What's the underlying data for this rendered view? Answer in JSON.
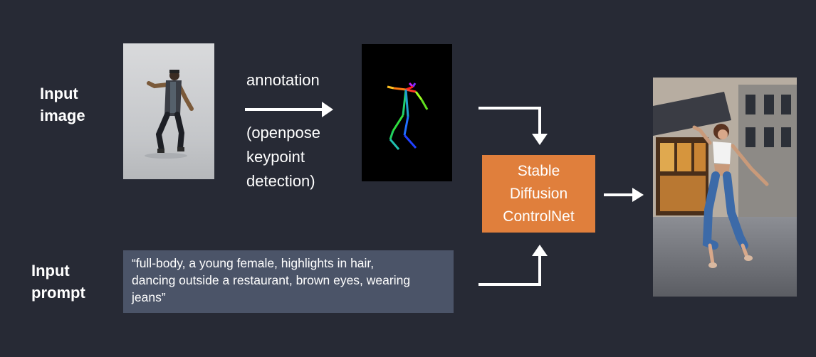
{
  "input_image_label": [
    "Input",
    "image"
  ],
  "input_prompt_label": [
    "Input",
    "prompt"
  ],
  "annotation_top": "annotation",
  "annotation_detail": [
    "(openpose",
    "keypoint",
    "detection)"
  ],
  "prompt_lines": [
    "“full-body, a young female, highlights in hair,",
    "dancing outside a restaurant, brown eyes, wearing",
    "jeans”"
  ],
  "model_lines": [
    "Stable",
    "Diffusion",
    "ControlNet"
  ],
  "colors": {
    "background": "#272a35",
    "prompt_box": "#4b5468",
    "model_box": "#e07f3c",
    "arrow": "#ffffff"
  },
  "images": {
    "input": "dancer-photo",
    "pose": "openpose-skeleton",
    "output": "generated-dancer-photo"
  }
}
